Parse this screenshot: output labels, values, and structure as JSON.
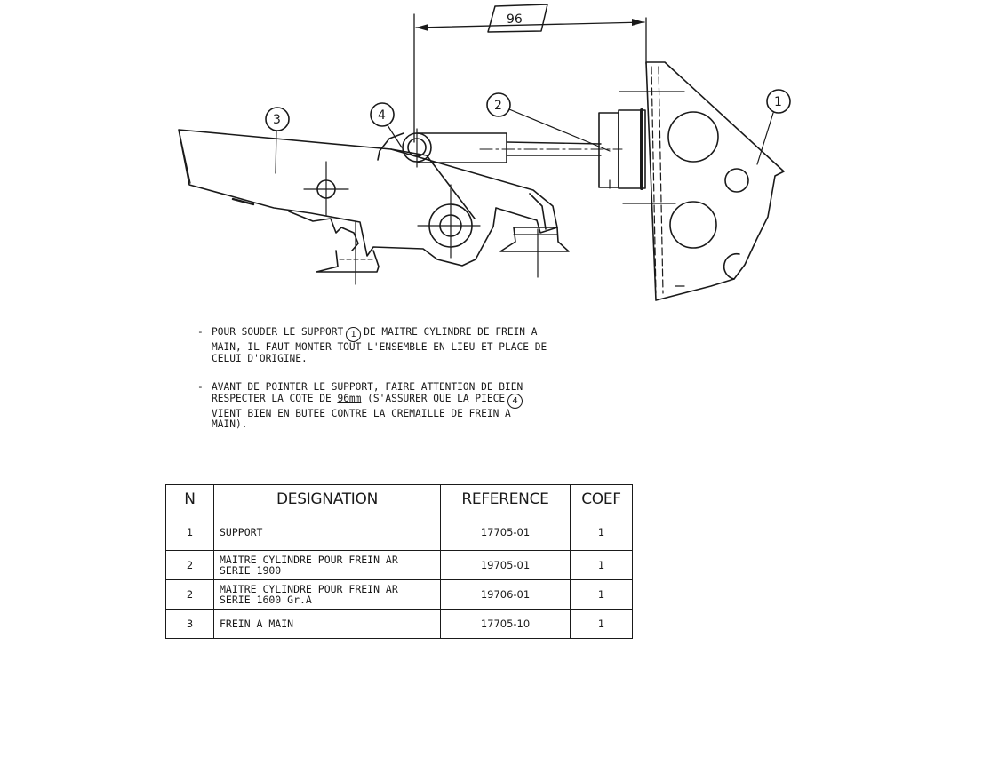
{
  "drawing": {
    "dimension_label": "96",
    "callouts": [
      "1",
      "2",
      "3",
      "4"
    ]
  },
  "notes": [
    {
      "dash": "-",
      "line1_pre": "POUR SOUDER LE SUPPORT",
      "line1_ref": "1",
      "line1_post": "DE MAITRE CYLINDRE DE FREIN A",
      "line2": "MAIN, IL FAUT MONTER TOUT L'ENSEMBLE EN LIEU ET PLACE DE",
      "line3": "CELUI D'ORIGINE."
    },
    {
      "dash": "-",
      "line1": "AVANT DE POINTER LE SUPPORT, FAIRE ATTENTION DE BIEN",
      "line2_pre": "RESPECTER LA COTE DE ",
      "line2_dim": "96mm",
      "line2_post": " (S'ASSURER QUE LA PIECE",
      "line2_ref": "4",
      "line3": "VIENT BIEN EN BUTEE CONTRE LA CREMAILLE DE FREIN A",
      "line4": "MAIN)."
    }
  ],
  "table": {
    "headers": [
      "N",
      "DESIGNATION",
      "REFERENCE",
      "COEF"
    ],
    "rows": [
      {
        "n": "1",
        "des1": "SUPPORT",
        "des2": "",
        "ref": "17705-01",
        "coef": "1"
      },
      {
        "n": "2",
        "des1": "MAITRE CYLINDRE POUR FREIN AR",
        "des2": "SERIE 1900",
        "ref": "19705-01",
        "coef": "1"
      },
      {
        "n": "2",
        "des1": "MAITRE CYLINDRE POUR FREIN AR",
        "des2": "SERIE 1600 Gr.A",
        "ref": "19706-01",
        "coef": "1"
      },
      {
        "n": "3",
        "des1": "FREIN A MAIN",
        "des2": "",
        "ref": "17705-10",
        "coef": "1"
      }
    ]
  }
}
